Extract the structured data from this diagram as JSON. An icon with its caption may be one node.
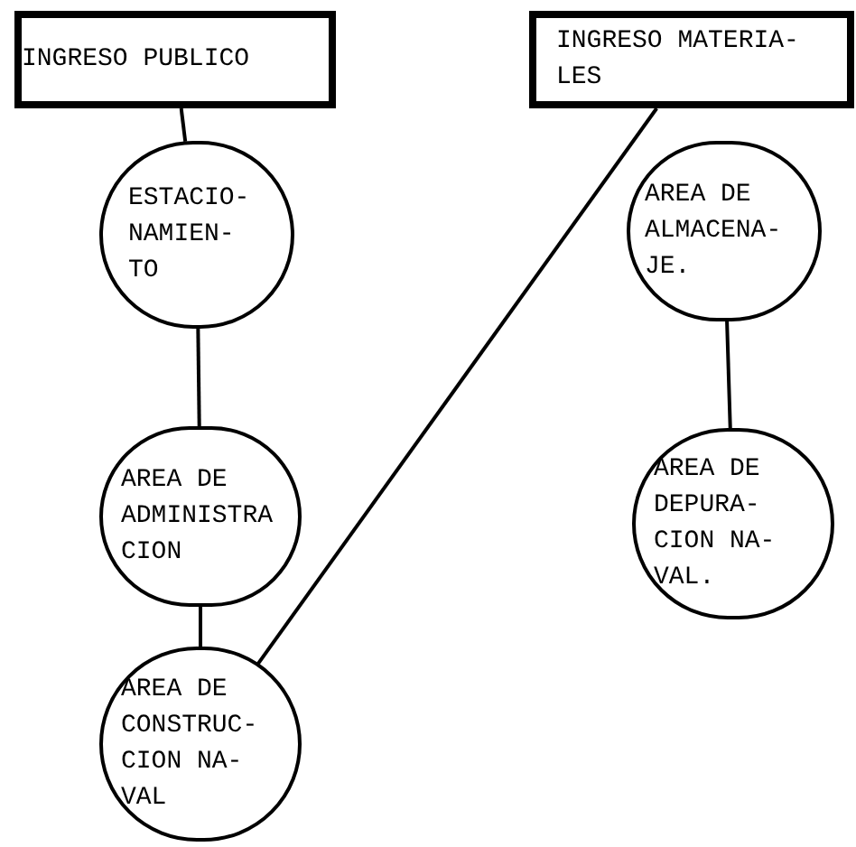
{
  "diagram": {
    "nodes": [
      {
        "text": [
          "INGRESO PUBLICO"
        ]
      },
      {
        "text": [
          "INGRESO MATERIA- LES"
        ]
      },
      {
        "text": [
          "ESTACIO- NAMIEN- TO"
        ]
      },
      {
        "text": [
          "AREA DE ADMINISTRA CION"
        ]
      },
      {
        "text": [
          "AREA DE CONSTRUC- CION NA- VAL"
        ]
      },
      {
        "text": [
          "AREA DE ALMACENA- JE."
        ]
      },
      {
        "text": [
          "AREA DE DEPURA- CION NA- VAL."
        ]
      }
    ],
    "edges": [
      {
        "from": 0,
        "to": 2,
        "arrow": "none"
      },
      {
        "from": 2,
        "to": 3,
        "arrow": "none"
      },
      {
        "from": 3,
        "to": 4,
        "arrow": "none"
      },
      {
        "from": 1,
        "to": 4,
        "arrow": "none"
      },
      {
        "from": 5,
        "to": 6,
        "arrow": "none"
      }
    ]
  }
}
